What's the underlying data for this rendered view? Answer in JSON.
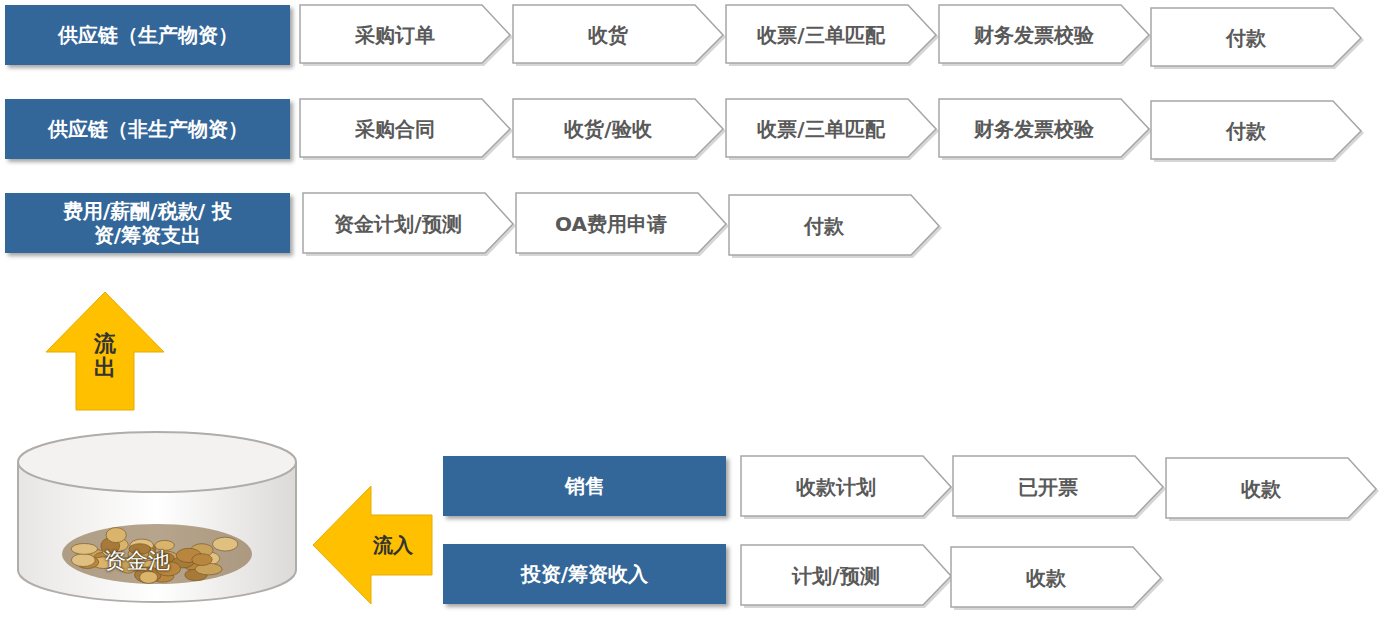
{
  "diagram": {
    "nodes": [
      {
        "text": [
          "供应链（生产物资）"
        ]
      },
      {
        "text": [
          "采购订单"
        ]
      },
      {
        "text": [
          "收货"
        ]
      },
      {
        "text": [
          "收票/三单匹配"
        ]
      },
      {
        "text": [
          "财务发票校验"
        ]
      },
      {
        "text": [
          "付款"
        ]
      },
      {
        "text": [
          "供应链（非生产物资）"
        ]
      },
      {
        "text": [
          "采购合同"
        ]
      },
      {
        "text": [
          "收货/验收"
        ]
      },
      {
        "text": [
          "收票/三单匹配"
        ]
      },
      {
        "text": [
          "财务发票校验"
        ]
      },
      {
        "text": [
          "付款"
        ]
      },
      {
        "text": [
          "费用/薪酬/税款/ 投资/筹资支出"
        ]
      },
      {
        "text": [
          "资金计划/预测"
        ]
      },
      {
        "text": [
          "OA费用申请"
        ]
      },
      {
        "text": [
          "付款"
        ]
      },
      {
        "text": [
          "流出"
        ]
      },
      {
        "text": [
          "资金池"
        ]
      },
      {
        "text": [
          "流入"
        ]
      },
      {
        "text": [
          "销售"
        ]
      },
      {
        "text": [
          "收款计划"
        ]
      },
      {
        "text": [
          "已开票"
        ]
      },
      {
        "text": [
          "收款"
        ]
      },
      {
        "text": [
          "投资/筹资收入"
        ]
      },
      {
        "text": [
          "计划/预测"
        ]
      },
      {
        "text": [
          "收款"
        ]
      }
    ]
  }
}
